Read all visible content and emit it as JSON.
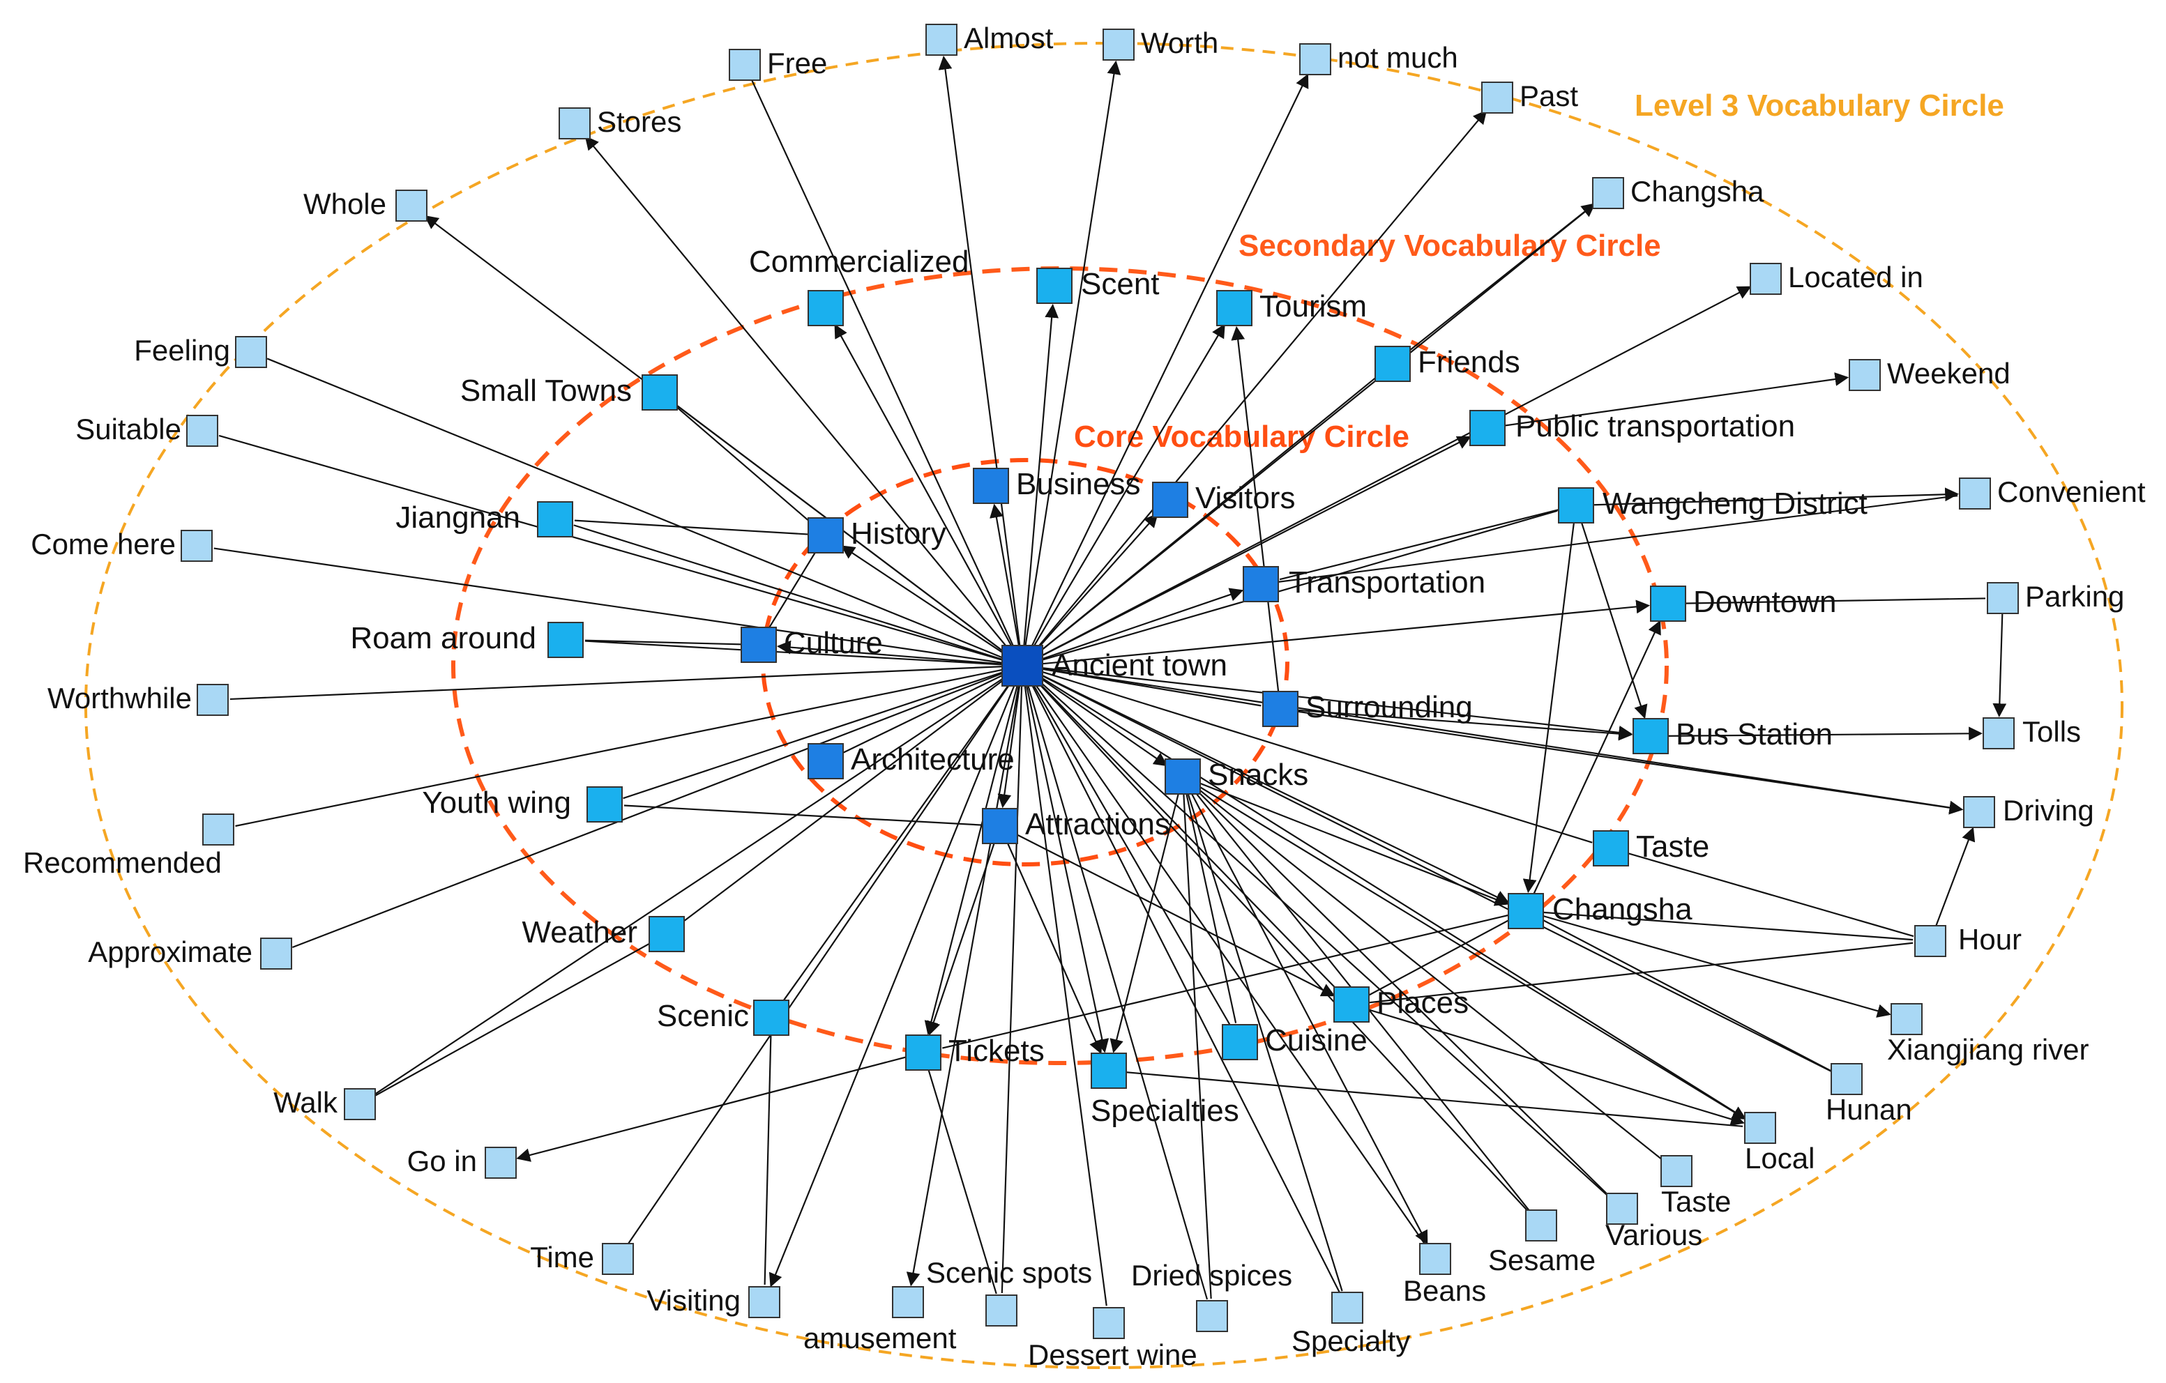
{
  "circles": [
    {
      "id": "core",
      "label": "Core Vocabulary Circle",
      "color": "#ff4e12"
    },
    {
      "id": "secondary",
      "label": "Secondary Vocabulary Circle",
      "color": "#ff5a1a"
    },
    {
      "id": "level3",
      "label": "Level 3 Vocabulary Circle",
      "color": "#f5a623"
    }
  ],
  "colors": {
    "hub": "#0a4fbf",
    "core_node": "#1e7fe3",
    "secondary_node": "#1ab0ee",
    "outer_node": "#a9d8f5",
    "edge": "#111111",
    "node_border": "#333333"
  },
  "nodes": {
    "ancient_town": "Ancient town",
    "business": "Business",
    "history": "History",
    "culture": "Culture",
    "architecture": "Architecture",
    "attractions": "Attractions",
    "snacks": "Snacks",
    "surrounding": "Surrounding",
    "transportation": "Transportation",
    "visitors": "Visitors",
    "commercialized": "Commercialized",
    "scent": "Scent",
    "tourism": "Tourism",
    "friends": "Friends",
    "public_transportation": "Public transportation",
    "small_towns": "Small Towns",
    "jiangnan": "Jiangnan",
    "roam_around": "Roam around",
    "youth_wing": "Youth wing",
    "weather": "Weather",
    "scenic": "Scenic",
    "tickets": "Tickets",
    "specialties": "Specialties",
    "cuisine": "Cuisine",
    "places": "Places",
    "changsha_center": "Changsha",
    "taste_mid": "Taste",
    "bus_station": "Bus Station",
    "downtown": "Downtown",
    "wangcheng": "Wangcheng District",
    "almost": "Almost",
    "worth": "Worth",
    "not_much": "not much",
    "free": "Free",
    "past": "Past",
    "stores": "Stores",
    "whole": "Whole",
    "changsha_top": "Changsha",
    "located_in": "Located in",
    "weekend": "Weekend",
    "convenient": "Convenient",
    "feeling": "Feeling",
    "suitable": "Suitable",
    "come_here": "Come here",
    "worthwhile": "Worthwhile",
    "recommended": "Recommended",
    "approximate": "Approximate",
    "walk": "Walk",
    "go_in": "Go in",
    "time": "Time",
    "visiting": "Visiting",
    "amusement": "amusement",
    "scenic_spots": "Scenic spots",
    "dessert_wine": "Dessert wine",
    "dried_spices": "Dried spices",
    "specialty": "Specialty",
    "beans": "Beans",
    "sesame": "Sesame",
    "various": "Various",
    "taste_bottom": "Taste",
    "local": "Local",
    "hunan": "Hunan",
    "xiangjiang": "Xiangjiang river",
    "hour": "Hour",
    "driving": "Driving",
    "tolls": "Tolls",
    "parking": "Parking"
  }
}
